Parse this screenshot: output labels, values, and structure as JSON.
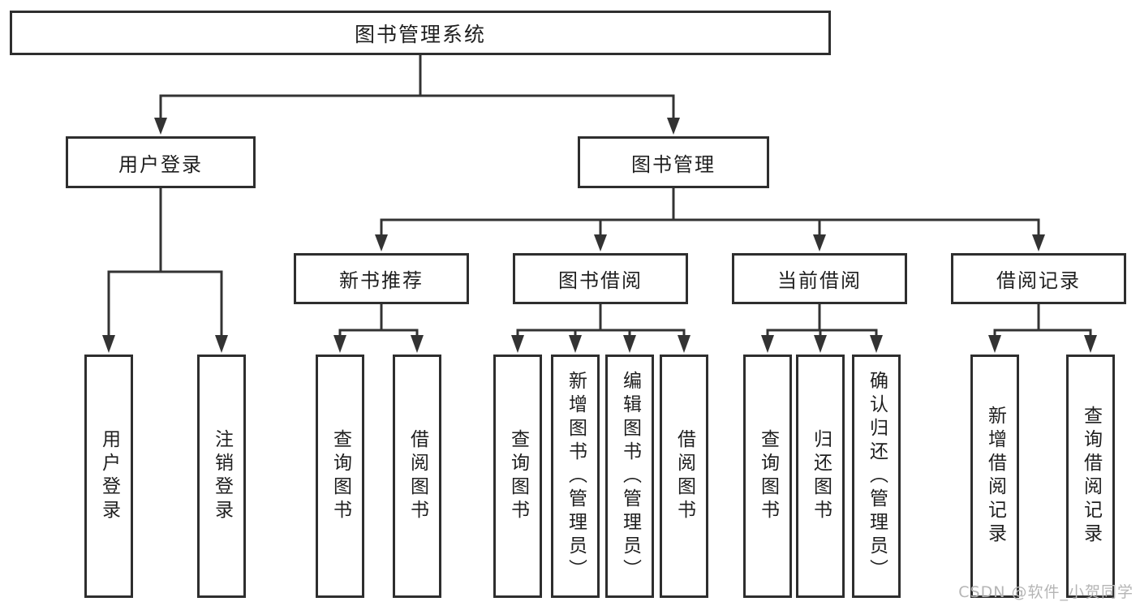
{
  "diagram": {
    "root": {
      "label": "图书管理系统"
    },
    "level2": [
      {
        "label": "用户登录"
      },
      {
        "label": "图书管理"
      }
    ],
    "level3": [
      {
        "label": "新书推荐"
      },
      {
        "label": "图书借阅"
      },
      {
        "label": "当前借阅"
      },
      {
        "label": "借阅记录"
      }
    ],
    "leaves": [
      {
        "label": "用户登录"
      },
      {
        "label": "注销登录"
      },
      {
        "label": "查询图书"
      },
      {
        "label": "借阅图书"
      },
      {
        "label": "查询图书"
      },
      {
        "label": "新增图书（管理员）"
      },
      {
        "label": "编辑图书（管理员）"
      },
      {
        "label": "借阅图书"
      },
      {
        "label": "查询图书"
      },
      {
        "label": "归还图书"
      },
      {
        "label": "确认归还（管理员）"
      },
      {
        "label": "新增借阅记录"
      },
      {
        "label": "查询借阅记录"
      }
    ]
  },
  "watermark": {
    "text": "CSDN @软件_小贺同学"
  },
  "colors": {
    "line": "#333333",
    "box_border": "#2e2e2e",
    "text": "#1f1f1f",
    "watermark": "#b5b5b5",
    "background": "#ffffff"
  }
}
